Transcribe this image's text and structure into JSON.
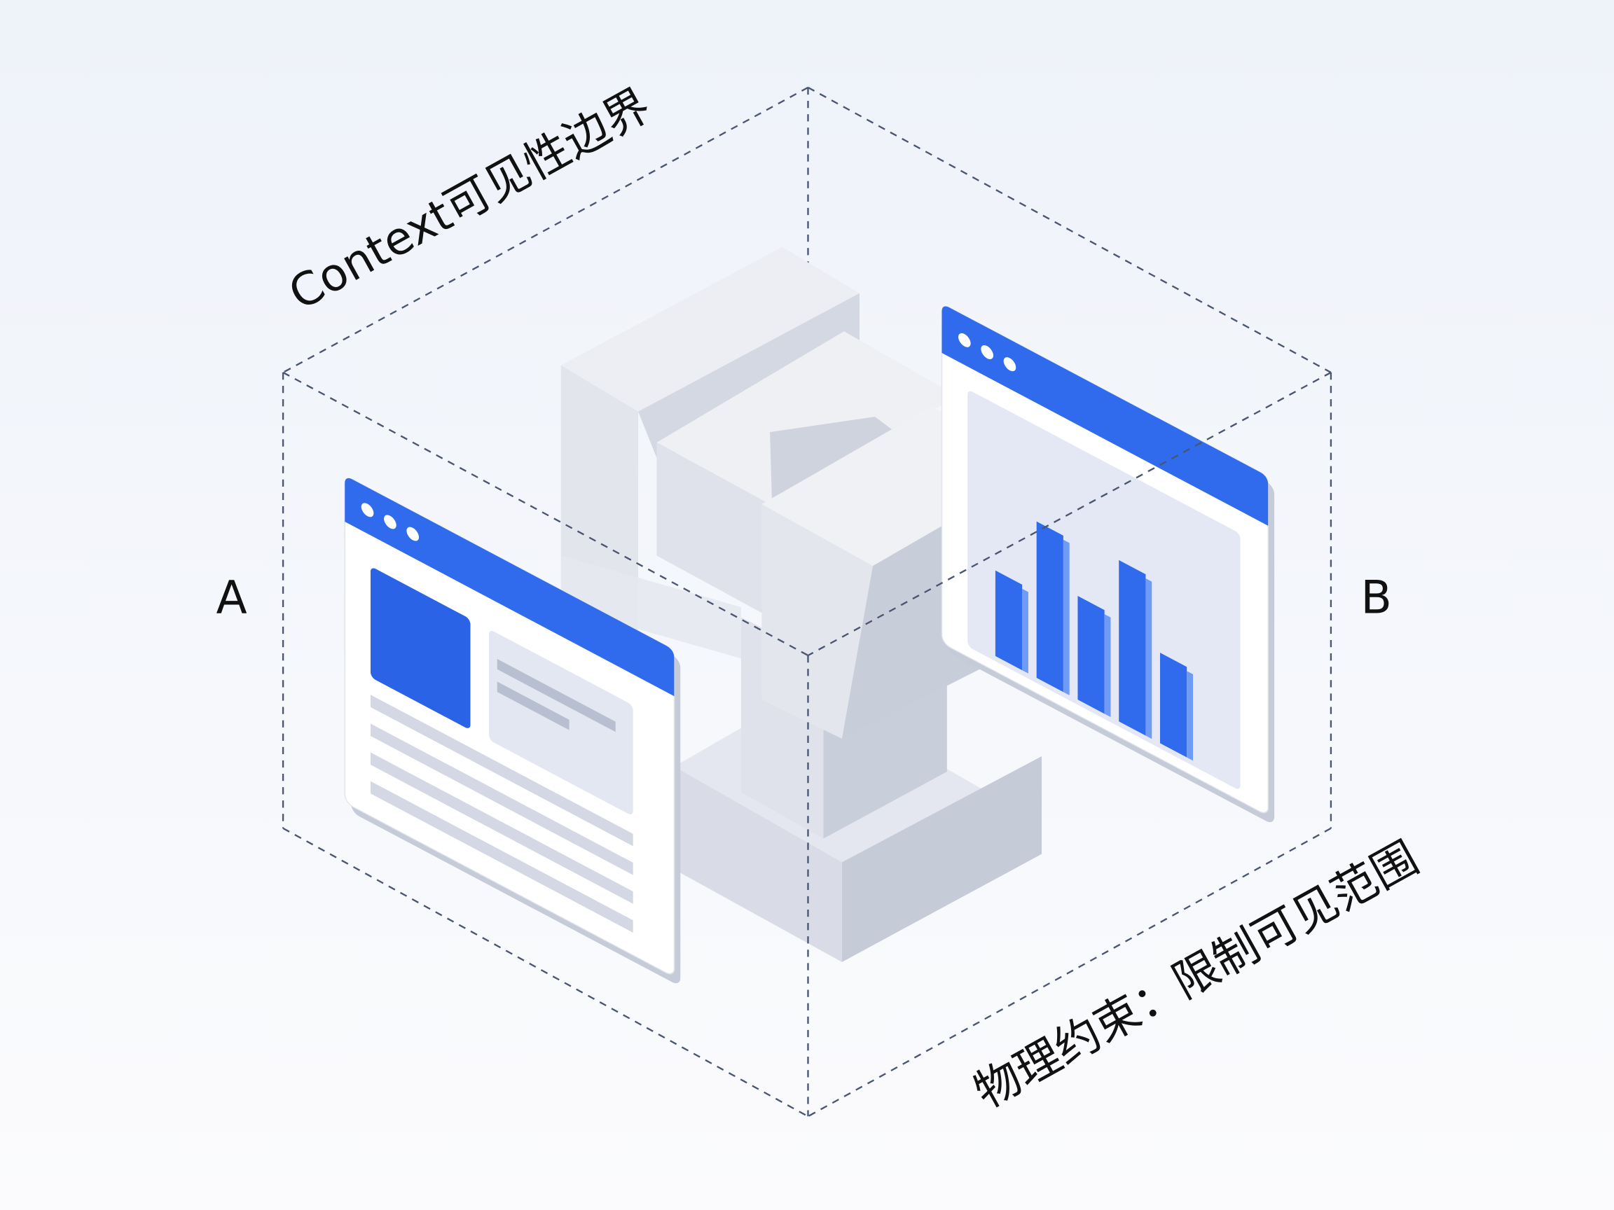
{
  "labels": {
    "top_left": "Context可见性边界",
    "left": "A",
    "right": "B",
    "bottom_right": "物理约束：限制可见范围"
  },
  "colors": {
    "accent": "#2f6bec",
    "accent_light": "#6f9bf5",
    "block_light": "#e9ebf2",
    "block_mid": "#d6d9e4",
    "block_dark": "#bfc4d3",
    "dashed_line": "#4a5670"
  },
  "window_b_bars": [
    0.52,
    0.95,
    0.63,
    0.98,
    0.55
  ]
}
